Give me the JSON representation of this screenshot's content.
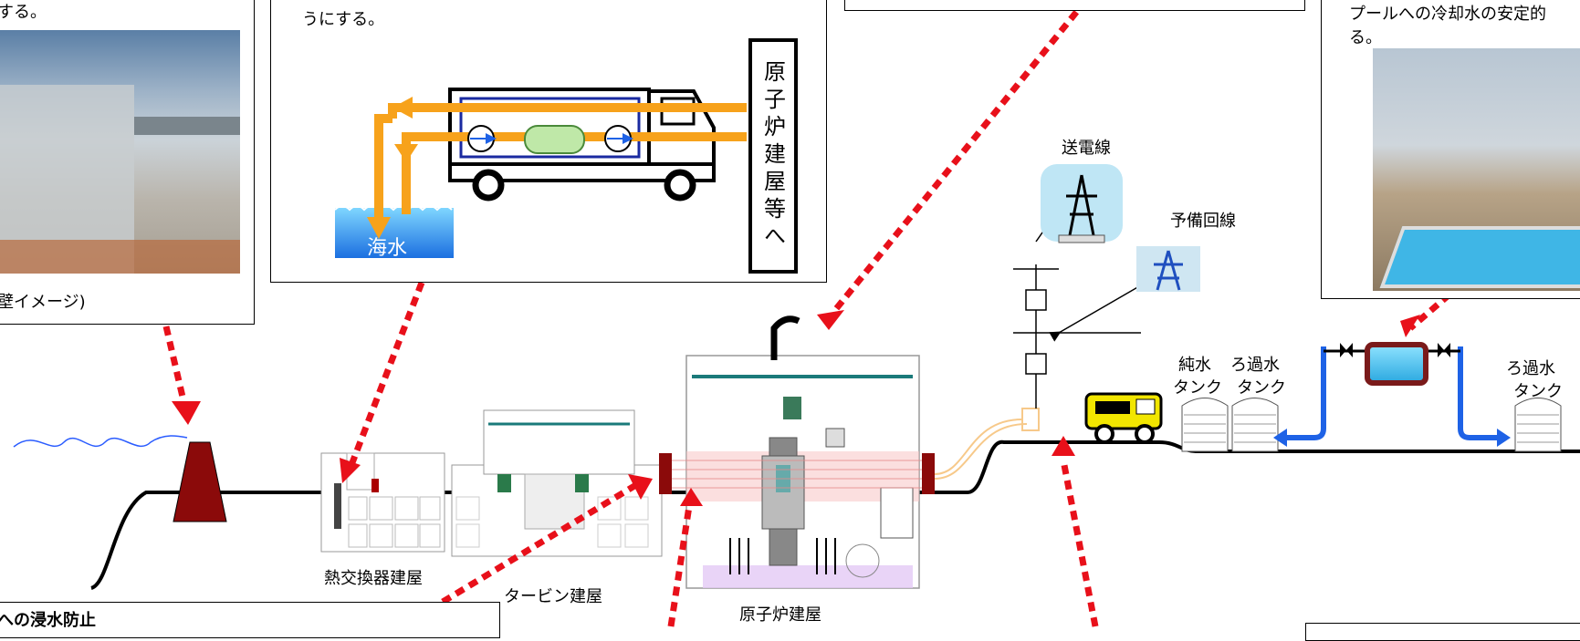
{
  "seawall_panel": {
    "caption_top": "する。",
    "caption_bottom": "壁イメージ)"
  },
  "pump_panel": {
    "caption_top": "うにする。",
    "destination_label": "原子炉建屋等へ",
    "seawater_label": "海水"
  },
  "pool_panel": {
    "caption_line1": "プールへの冷却水の安定的",
    "caption_line2": "る。"
  },
  "power": {
    "transmission_label": "送電線",
    "backup_label": "予備回線"
  },
  "tanks": {
    "pure_water_label_1": "純水",
    "pure_water_label_2": "タンク",
    "filtered_label_1": "ろ過水",
    "filtered_label_2": "タンク",
    "filtered_right_1": "ろ過水",
    "filtered_right_2": "タンク"
  },
  "buildings": {
    "heat_exchanger": "熱交換器建屋",
    "turbine": "タービン建屋",
    "reactor": "原子炉建屋"
  },
  "bottom_panel": {
    "title": "への浸水防止"
  },
  "colors": {
    "arrow_red": "#e8101a",
    "seawall": "#8b0a0a",
    "orange_flow": "#f7a21b",
    "water_blue": "#1e62e6"
  }
}
